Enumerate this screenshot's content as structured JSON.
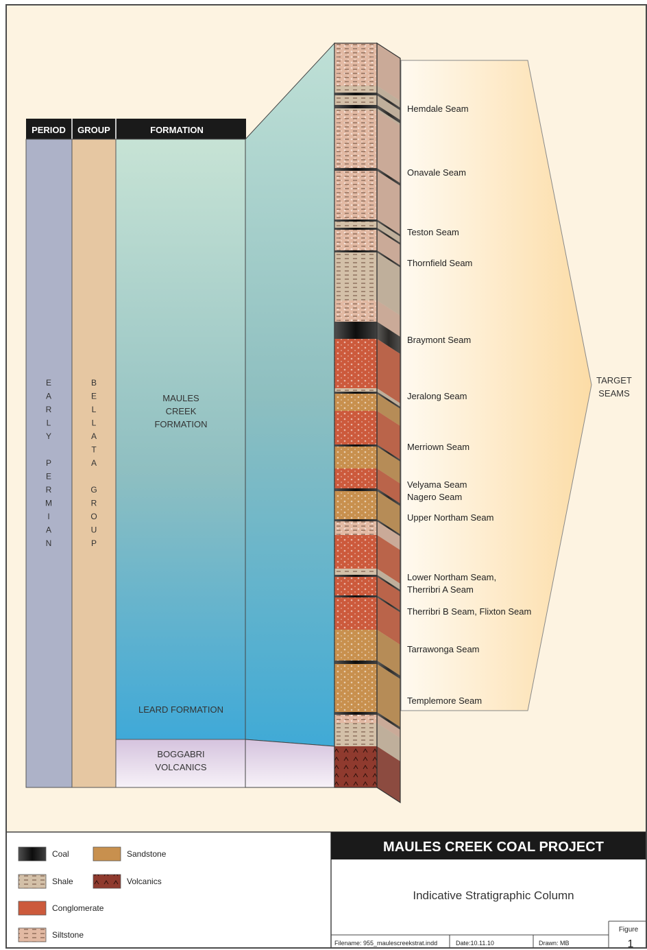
{
  "header": {
    "period": "PERIOD",
    "group": "GROUP",
    "formation": "FORMATION"
  },
  "period_label": [
    "E",
    "A",
    "R",
    "L",
    "Y",
    "",
    "P",
    "E",
    "R",
    "M",
    "I",
    "A",
    "N"
  ],
  "group_label": [
    "B",
    "E",
    "L",
    "L",
    "A",
    "T",
    "A",
    "",
    "G",
    "R",
    "O",
    "U",
    "P"
  ],
  "formations": {
    "maules_lines": [
      "MAULES",
      "CREEK",
      "FORMATION"
    ],
    "leard": "LEARD FORMATION",
    "boggabri_lines": [
      "BOGGABRI",
      "VOLCANICS"
    ]
  },
  "seams": [
    [
      "Hemdale Seam"
    ],
    [
      "Onavale Seam"
    ],
    [
      "Teston Seam"
    ],
    [
      "Thornfield Seam"
    ],
    [
      "Braymont Seam"
    ],
    [
      "Jeralong Seam"
    ],
    [
      "Merriown Seam"
    ],
    [
      "Velyama Seam",
      "Nagero Seam"
    ],
    [
      "Upper Northam Seam"
    ],
    [
      "Lower Northam Seam,",
      "Therribri A Seam"
    ],
    [
      "Therribri B Seam, Flixton Seam"
    ],
    [
      "Tarrawonga Seam"
    ],
    [
      "Templemore Seam"
    ]
  ],
  "target_lines": [
    "TARGET",
    "SEAMS"
  ],
  "legend": [
    {
      "key": "coal",
      "label": "Coal"
    },
    {
      "key": "sandstone",
      "label": "Sandstone"
    },
    {
      "key": "shale",
      "label": "Shale"
    },
    {
      "key": "volcanics",
      "label": "Volcanics"
    },
    {
      "key": "conglomerate",
      "label": "Conglomerate"
    },
    {
      "key": "siltstone",
      "label": "Siltstone"
    }
  ],
  "title_block": {
    "project": "MAULES CREEK COAL PROJECT",
    "subtitle": "Indicative Stratigraphic Column",
    "filename": "Filename: 955_maulescreekstrat.indd",
    "date": "Date:10.11.10",
    "drawn": "Drawn: MB",
    "figure_label": "Figure",
    "figure_number": "1"
  },
  "colors": {
    "coal": "#1c1c1c",
    "sandstone": "#c8904e",
    "conglomerate": "#cc5a3c",
    "siltstone": "#e2b9a3",
    "shale": "#d3c0a8",
    "volcanics": "#8f3a2e",
    "period_col": "#adb2c8",
    "group_col": "#e6c7a2",
    "target_fill": "#fde6bb"
  }
}
